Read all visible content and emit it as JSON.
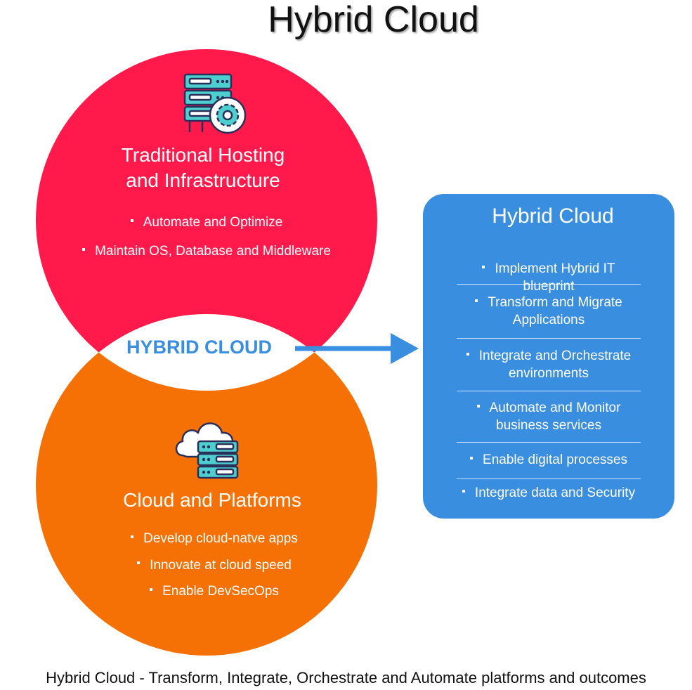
{
  "title": "Hybrid Cloud",
  "colors": {
    "red": "#ff1a4b",
    "orange": "#f57005",
    "blue": "#3a8ee0",
    "teal": "#4ecfcf",
    "white": "#ffffff"
  },
  "traditional": {
    "icon": "server-gear-icon",
    "heading_line1": "Traditional Hosting",
    "heading_line2": "and Infrastructure",
    "items": [
      "Automate and Optimize",
      "Maintain OS, Database and Middleware"
    ]
  },
  "center_label": "HYBRID CLOUD",
  "cloud": {
    "icon": "cloud-server-icon",
    "heading": "Cloud and Platforms",
    "items": [
      "Develop cloud-natve apps",
      "Innovate at cloud speed",
      "Enable DevSecOps"
    ]
  },
  "panel": {
    "title": "Hybrid Cloud",
    "items": [
      {
        "line1": "Implement Hybrid IT blueprint",
        "line2": ""
      },
      {
        "line1": "Transform and Migrate",
        "line2": "Applications"
      },
      {
        "line1": "Integrate and Orchestrate",
        "line2": "environments"
      },
      {
        "line1": "Automate and Monitor",
        "line2": "business services"
      },
      {
        "line1": "Enable digital processes",
        "line2": ""
      },
      {
        "line1": "Integrate data and Security",
        "line2": ""
      }
    ]
  },
  "caption": "Hybrid Cloud - Transform, Integrate, Orchestrate and Automate platforms and outcomes"
}
